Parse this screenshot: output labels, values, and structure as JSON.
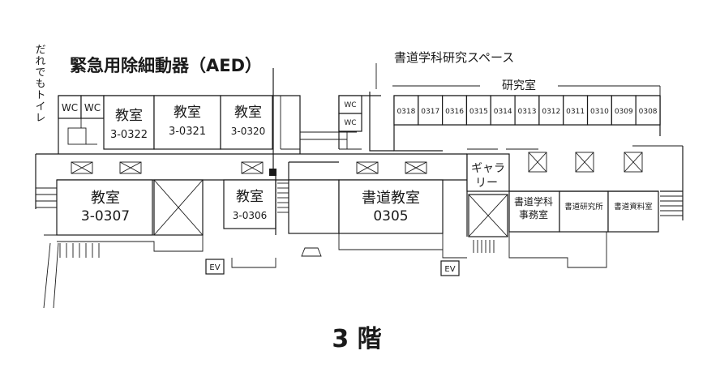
{
  "floor_label": "3 階",
  "aed_title": "緊急用除細動器（AED）",
  "toilet_label": "だれでもトイレ",
  "shodo_space_label": "書道学科研究スペース",
  "kenkyushitsu_label": "研究室",
  "wc_labels": [
    "WC",
    "WC",
    "WC",
    "WC"
  ],
  "ev_labels": [
    "EV",
    "EV"
  ],
  "classrooms": [
    {
      "name": "教室",
      "number": "3-0322"
    },
    {
      "name": "教室",
      "number": "3-0321"
    },
    {
      "name": "教室",
      "number": "3-0320"
    },
    {
      "name": "教室",
      "number": "3-0307"
    },
    {
      "name": "教室",
      "number": "3-0306"
    },
    {
      "name": "書道教室",
      "number": "0305"
    }
  ],
  "research_rooms": [
    "0318",
    "0317",
    "0316",
    "0315",
    "0314",
    "0313",
    "0312",
    "0311",
    "0310",
    "0309",
    "0308"
  ],
  "gallery_label": [
    "ギャラ",
    "リー"
  ],
  "jimushitsu_label": [
    "書道学科",
    "事務室"
  ],
  "shodo_kenkyujo": "書道研究所",
  "shodo_shiryoshitsu": "書道資料室"
}
